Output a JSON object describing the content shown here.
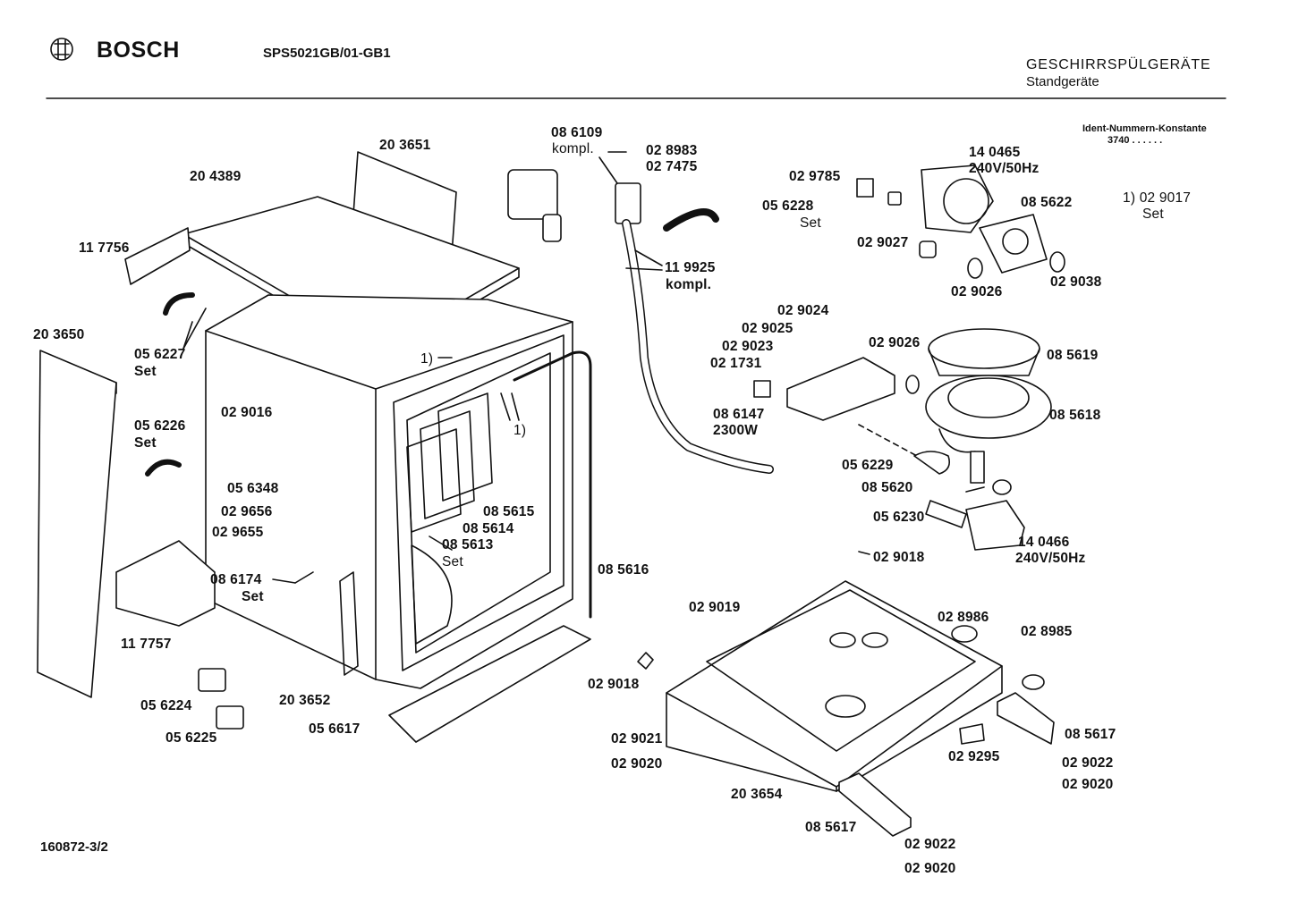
{
  "header": {
    "brand": "BOSCH",
    "model": "SPS5021GB/01-GB1",
    "category": "GESCHIRRSPÜLGERÄTE",
    "subcategory": "Standgeräte",
    "ident_label": "Ident-Nummern-Konstante",
    "ident_value": "3740  . .  . . . .",
    "footnote": "1) 02 9017",
    "footnote_set": "Set"
  },
  "footer": {
    "drawing_number": "160872-3/2"
  },
  "parts": {
    "p203651": "20 3651",
    "p204389": "20 4389",
    "p117756": "11 7756",
    "p203650": "20 3650",
    "p056227": "05 6227",
    "p056227s": "Set",
    "p056226": "05 6226",
    "p056226s": "Set",
    "p029016": "02 9016",
    "p056348": "05 6348",
    "p029656": "02 9656",
    "p029655": "02 9655",
    "p086174": "08 6174",
    "p086174s": "Set",
    "p117757": "11 7757",
    "p056224": "05 6224",
    "p056225": "05 6225",
    "p203652": "20 3652",
    "p056617": "05 6617",
    "r1a": "1)",
    "r1b": "1)",
    "p085615": "08 5615",
    "p085614": "08 5614",
    "p085613": "08 5613",
    "p085613s": "Set",
    "p085616": "08 5616",
    "p086109": "08 6109",
    "p086109k": "kompl.",
    "p028983": "02 8983",
    "p027475": "02 7475",
    "p119925": "11 9925",
    "p119925k": "kompl.",
    "p056228": "05 6228",
    "p056228s": "Set",
    "p029785": "02 9785",
    "p140465": "14 0465",
    "p140465v": "240V/50Hz",
    "p085622": "08 5622",
    "p029027": "02 9027",
    "p029026a": "02 9026",
    "p029038": "02 9038",
    "p029024": "02 9024",
    "p029025": "02 9025",
    "p029023": "02 9023",
    "p021731": "02 1731",
    "p029026b": "02 9026",
    "p085619": "08 5619",
    "p086147": "08 6147",
    "p086147w": "2300W",
    "p085618": "08 5618",
    "p056229": "05 6229",
    "p085620": "08 5620",
    "p056230": "05 6230",
    "p140466": "14 0466",
    "p140466v": "240V/50Hz",
    "p029018a": "02 9018",
    "p029019": "02 9019",
    "p028986": "02 8986",
    "p028985": "02 8985",
    "p029018b": "02 9018",
    "p029021": "02 9021",
    "p029020a": "02 9020",
    "p203654": "20 3654",
    "p029295": "02 9295",
    "p085617a": "08 5617",
    "p029022a": "02 9022",
    "p029020b": "02 9020",
    "p085617b": "08 5617",
    "p029022b": "02 9022",
    "p029020c": "02 9020"
  }
}
